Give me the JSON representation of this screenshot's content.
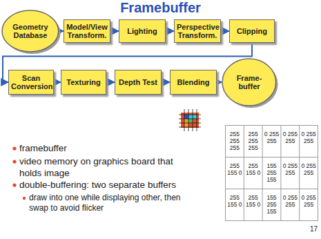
{
  "diagram": {
    "title": "Framebuffer",
    "nodes": [
      {
        "text": [
          "Geometry Database"
        ]
      },
      {
        "text": [
          "Model/View Transform."
        ]
      },
      {
        "text": [
          "Lighting"
        ]
      },
      {
        "text": [
          "Perspective Transform."
        ]
      },
      {
        "text": [
          "Clipping"
        ]
      },
      {
        "text": [
          "Scan Conversion"
        ]
      },
      {
        "text": [
          "Texturing"
        ]
      },
      {
        "text": [
          "Depth Test"
        ]
      },
      {
        "text": [
          "Blending"
        ]
      },
      {
        "text": [
          "Frame- buffer"
        ]
      }
    ],
    "edges": [
      {
        "from": 0,
        "to": 1,
        "arrow": "to"
      },
      {
        "from": 1,
        "to": 2,
        "arrow": "to"
      },
      {
        "from": 2,
        "to": 3,
        "arrow": "to"
      },
      {
        "from": 3,
        "to": 4,
        "arrow": "to"
      },
      {
        "from": 4,
        "to": 5,
        "arrow": "to"
      },
      {
        "from": 5,
        "to": 6,
        "arrow": "to"
      },
      {
        "from": 6,
        "to": 7,
        "arrow": "to"
      },
      {
        "from": 7,
        "to": 8,
        "arrow": "to"
      },
      {
        "from": 8,
        "to": 9,
        "arrow": "to"
      }
    ],
    "labels": [
      "framebuffer",
      "video memory on graphics board that holds image",
      "double-buffering: two separate buffers",
      "draw into one while displaying other, then swap to avoid flicker",
      "255 255 255",
      "255 255 255",
      "0 255 255",
      "0 255 255",
      "0 255 255",
      "255 155 0",
      "255 155 0",
      "155 255 155",
      "0 255 255",
      "0 255 255",
      "255 155 0",
      "255 155 0",
      "155 255 155",
      "0 255 255",
      "0 255 255",
      "17"
    ]
  }
}
